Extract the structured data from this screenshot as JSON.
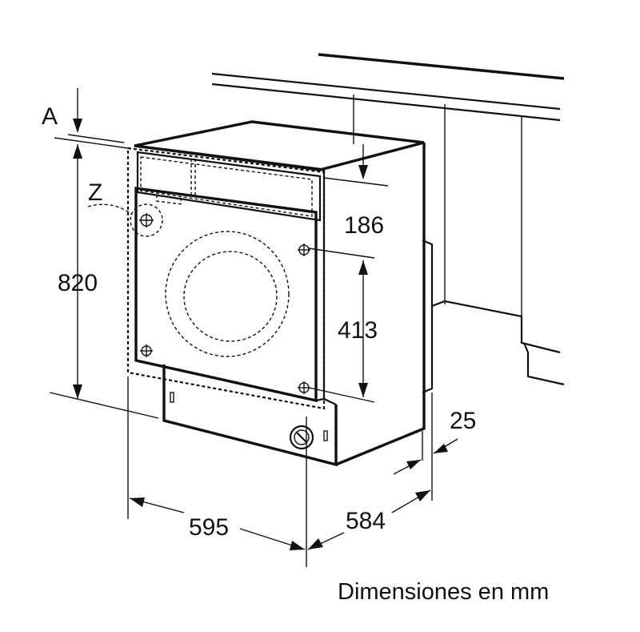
{
  "diagram": {
    "label_a": "A",
    "label_z": "Z",
    "dimensions": {
      "height": "820",
      "top_offset": "186",
      "hinge_distance": "413",
      "width": "595",
      "depth": "584",
      "recess": "25"
    },
    "caption": "Dimensiones en mm"
  }
}
